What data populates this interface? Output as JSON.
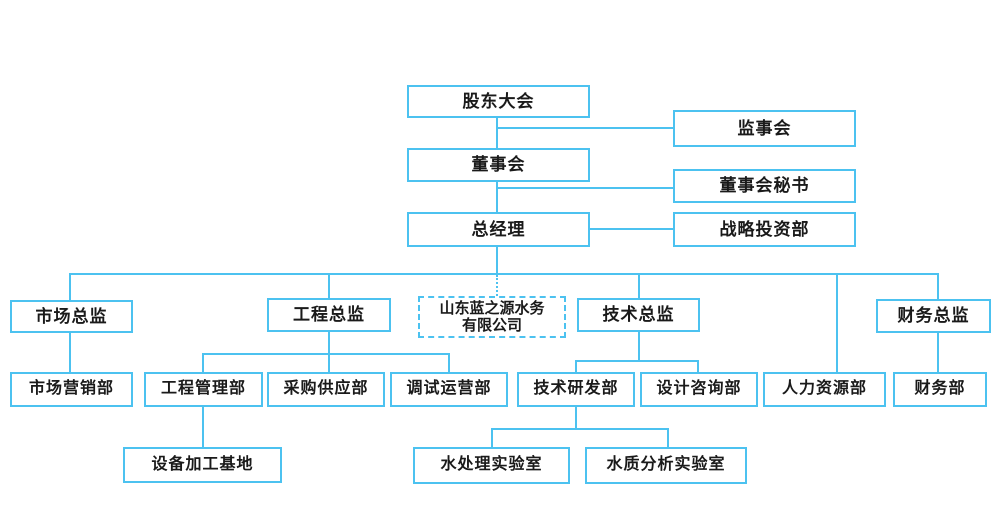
{
  "colors": {
    "line": "#4cc2f0",
    "text": "#1a1a1a",
    "background": "#ffffff"
  },
  "nodes": {
    "shareholders": "股东大会",
    "supervisory_board": "监事会",
    "board_of_directors": "董事会",
    "board_secretary": "董事会秘书",
    "general_manager": "总经理",
    "strategic_investment_dept": "战略投资部",
    "marketing_director": "市场总监",
    "engineering_director": "工程总监",
    "company_line1": "山东蓝之源水务",
    "company_line2": "有限公司",
    "tech_director": "技术总监",
    "finance_director": "财务总监",
    "marketing_dept": "市场营销部",
    "engineering_mgmt_dept": "工程管理部",
    "procurement_dept": "采购供应部",
    "commissioning_dept": "调试运营部",
    "rnd_dept": "技术研发部",
    "design_consulting_dept": "设计咨询部",
    "hr_dept": "人力资源部",
    "finance_dept": "财务部",
    "equipment_base": "设备加工基地",
    "water_treatment_lab": "水处理实验室",
    "water_quality_lab": "水质分析实验室"
  }
}
